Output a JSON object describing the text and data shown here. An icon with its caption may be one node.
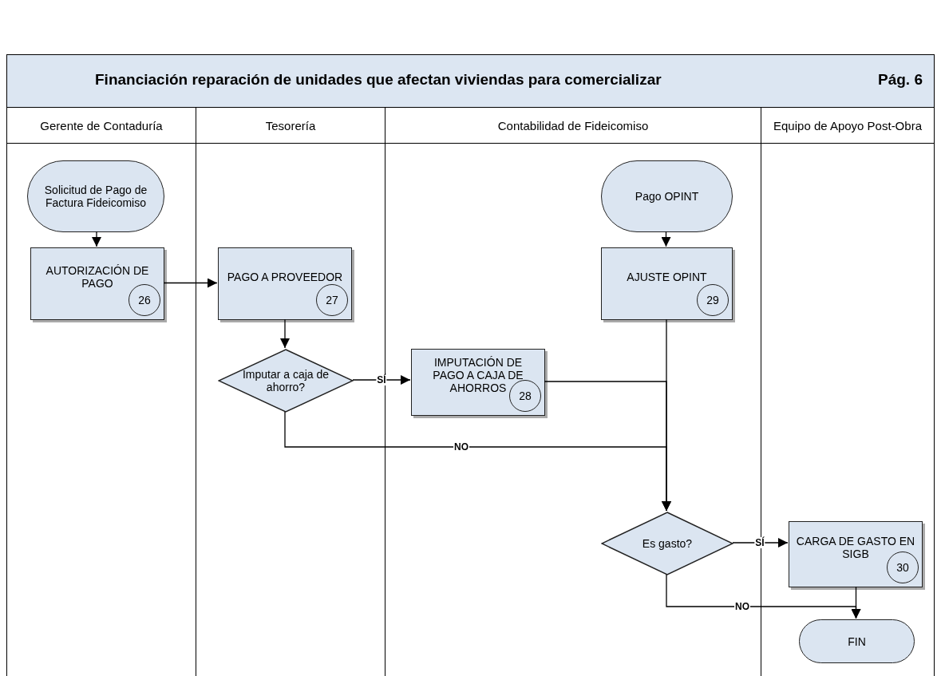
{
  "diagram": {
    "title": "Financiación reparación de unidades que afectan viviendas para comercializar",
    "nodes": [
      {
        "text": [
          "Gerente de Contaduría"
        ]
      },
      {
        "text": [
          "Tesorería"
        ]
      },
      {
        "text": [
          "Contabilidad de Fideicomiso"
        ]
      },
      {
        "text": [
          "Equipo de Apoyo Post-Obra"
        ]
      },
      {
        "text": [
          "Solicitud de Pago de Factura Fideicomiso"
        ],
        "in": 0
      },
      {
        "text": [
          "AUTORIZACIÓN DE PAGO",
          "26"
        ],
        "in": 0
      },
      {
        "text": [
          "PAGO A PROVEEDOR",
          "27"
        ],
        "in": 1
      },
      {
        "text": [
          "Imputar a caja de ahorro?"
        ],
        "in": 1
      },
      {
        "text": [
          "IMPUTACIÓN DE PAGO A CAJA DE AHORROS",
          "28"
        ],
        "in": 2
      },
      {
        "text": [
          "Pago OPINT"
        ],
        "in": 2
      },
      {
        "text": [
          "AJUSTE OPINT",
          "29"
        ],
        "in": 2
      },
      {
        "text": [
          "Es gasto?"
        ],
        "in": 2
      },
      {
        "text": [
          "CARGA DE GASTO EN SIGB",
          "30"
        ],
        "in": 3
      },
      {
        "text": [
          "FIN"
        ],
        "in": 3
      }
    ],
    "edges": [
      {
        "from": 4,
        "to": 5,
        "arrow": "to"
      },
      {
        "from": 5,
        "to": 6,
        "arrow": "to"
      },
      {
        "from": 6,
        "to": 7,
        "arrow": "to"
      },
      {
        "from": 7,
        "to": 8,
        "arrow": "to",
        "label": "SÍ"
      },
      {
        "from": 9,
        "to": 10,
        "arrow": "to"
      },
      {
        "from": 8,
        "to": 11,
        "arrow": "to"
      },
      {
        "from": 7,
        "to": 11,
        "arrow": "to",
        "label": "NO"
      },
      {
        "from": 10,
        "to": 11,
        "arrow": "to"
      },
      {
        "from": 11,
        "to": 12,
        "arrow": "to",
        "label": "SÍ"
      },
      {
        "from": 11,
        "to": 13,
        "arrow": "to",
        "label": "NO"
      },
      {
        "from": 12,
        "to": 13,
        "arrow": "to"
      }
    ],
    "labels": [
      "Pág. 6"
    ]
  }
}
